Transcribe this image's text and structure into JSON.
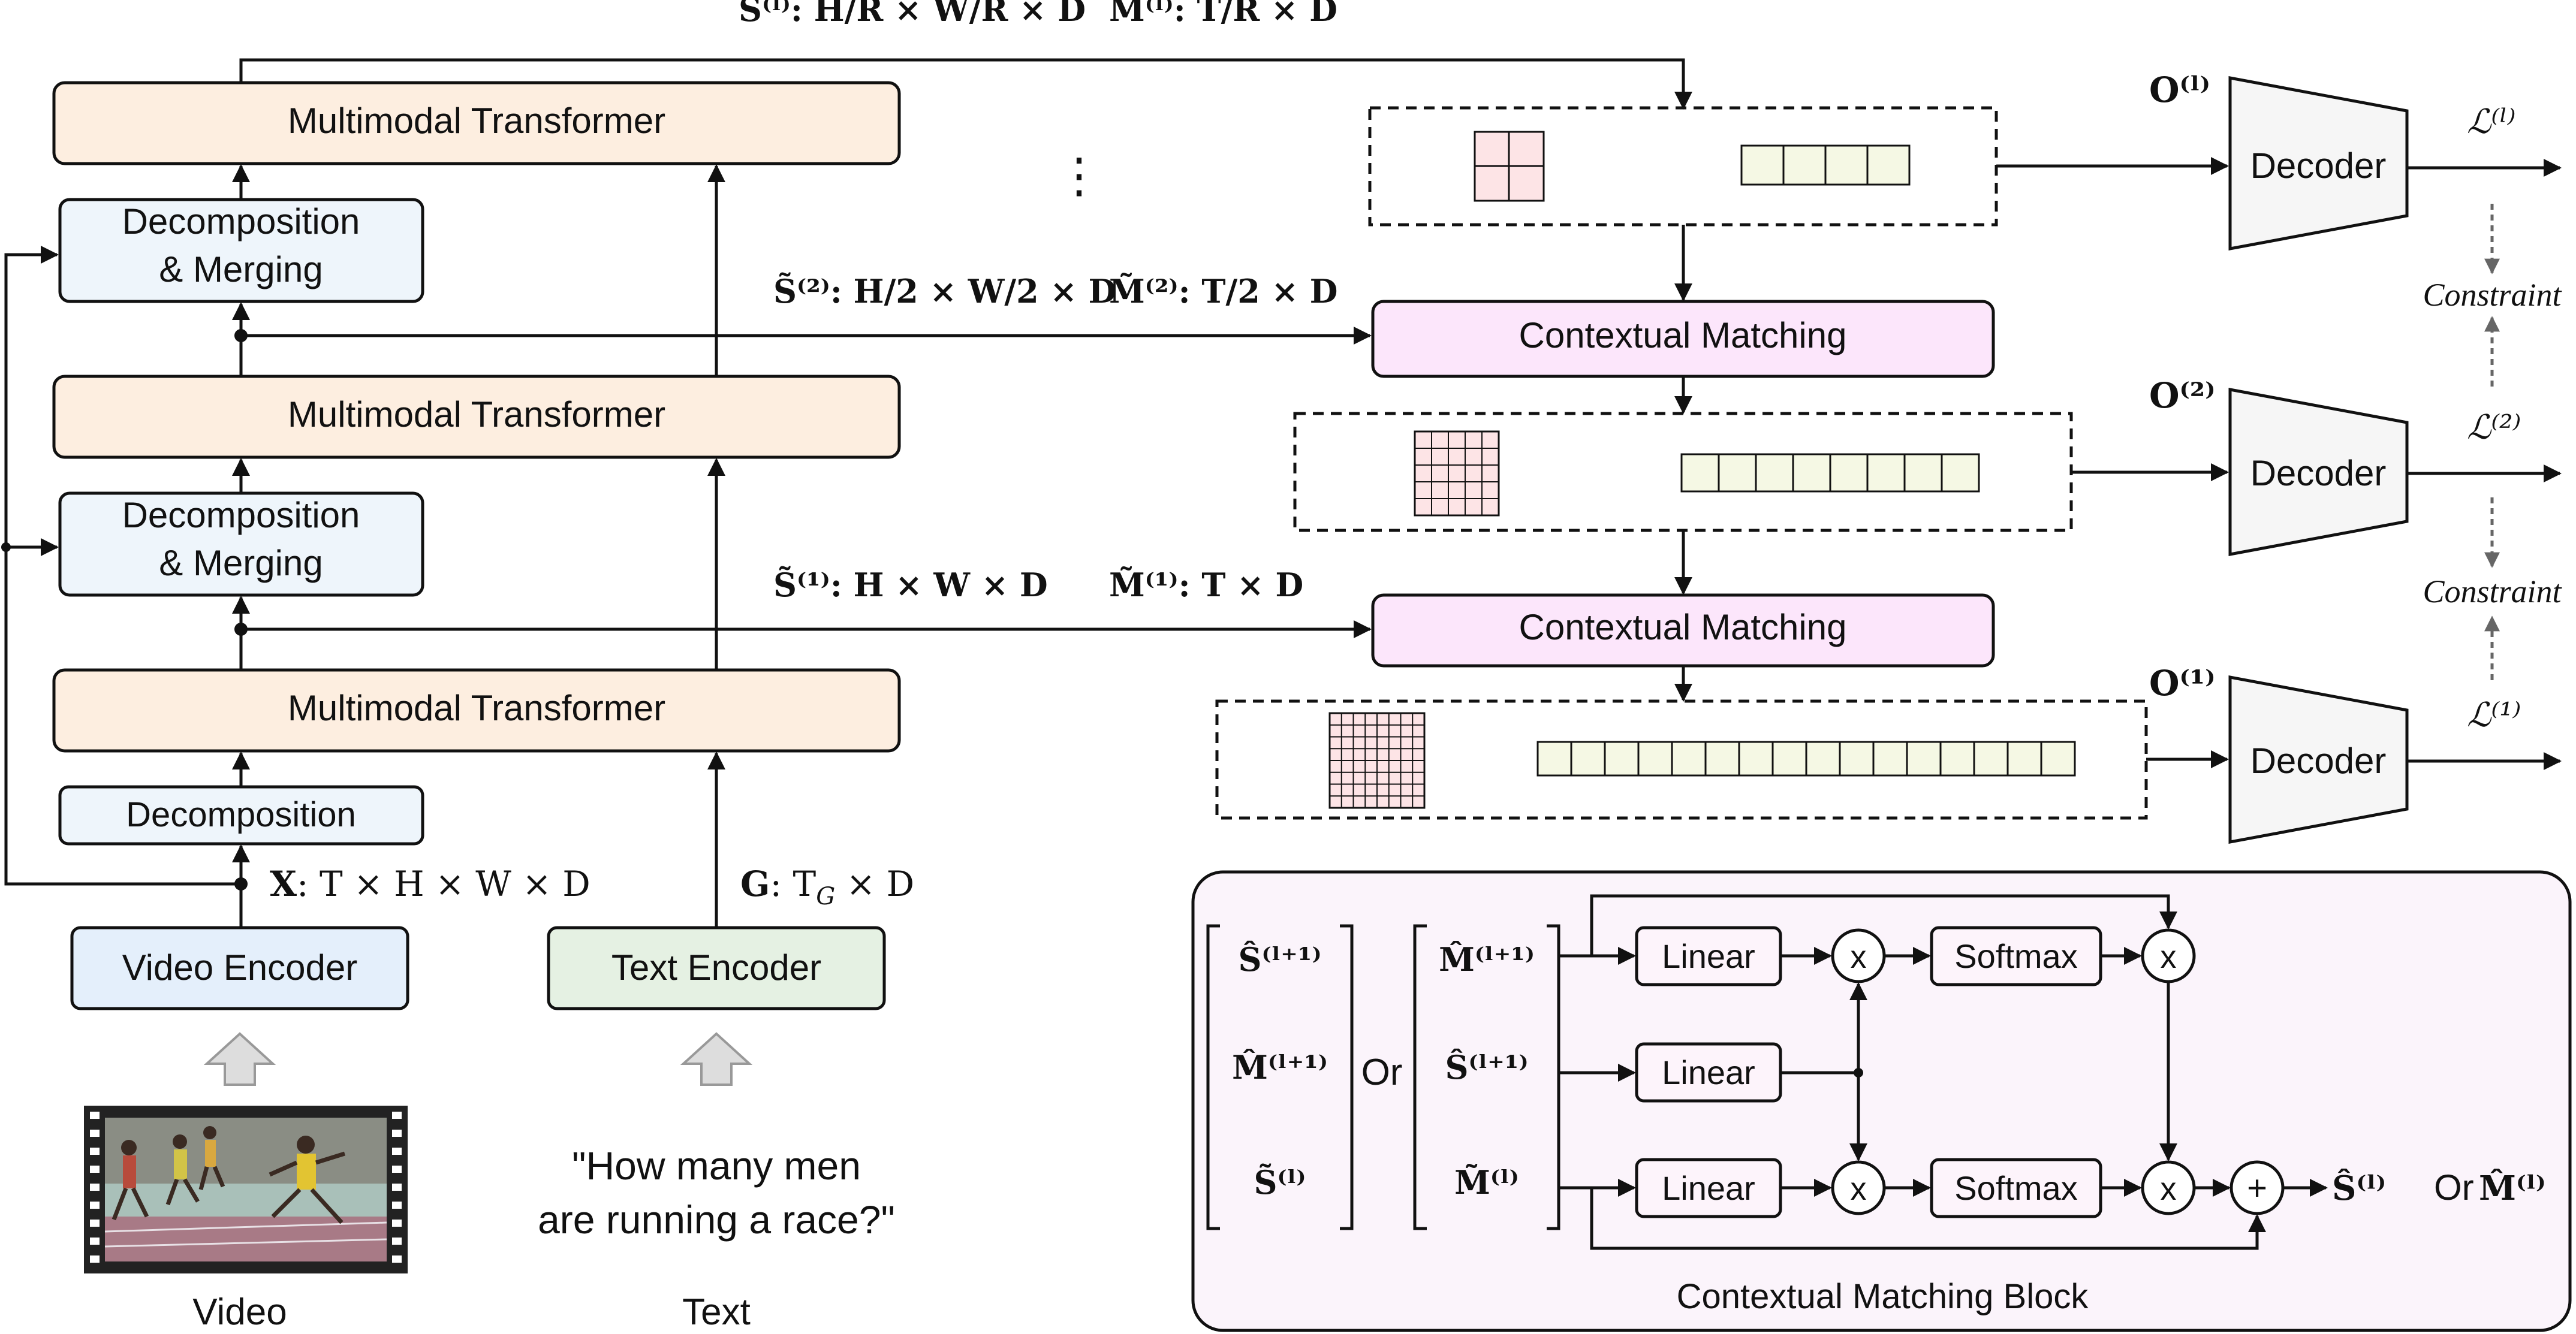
{
  "colors": {
    "transformer_fill": "#fdeee0",
    "decomp_fill": "#eef5fb",
    "video_encoder_fill": "#e4effb",
    "text_encoder_fill": "#e5f1e3",
    "matching_fill": "#fce6fb",
    "block_bg": "#fbf4fb",
    "decoder_fill": "#f6f6f6",
    "spatial_token_fill": "#fde4e6",
    "temporal_token_fill": "#f5f8e4",
    "line": "#111111",
    "hollow_arrow": "#dddddd"
  },
  "encoder": {
    "transformers": [
      "Multimodal Transformer",
      "Multimodal Transformer",
      "Multimodal Transformer"
    ],
    "merging": [
      "Decomposition",
      "& Merging"
    ],
    "decomposition": "Decomposition",
    "video_encoder": "Video Encoder",
    "text_encoder": "Text Encoder",
    "ellipsis": "⋮"
  },
  "shapes": {
    "x_bold": "X",
    "x_dims": ": T × H × W × D",
    "g_bold": "G",
    "g_dims_pre": ": T",
    "g_sub": "G",
    "g_dims_post": " × D",
    "s_top": "S̃⁽ˡ⁾: H/R × W/R × D",
    "m_top": "M̃⁽ˡ⁾: T/R × D",
    "s_mid": "S̃⁽²⁾: H/2 × W/2 × D",
    "m_mid": "M̃⁽²⁾: T/2 × D",
    "s_low": "S̃⁽¹⁾: H × W × D",
    "m_low": "M̃⁽¹⁾: T × D"
  },
  "decoders": {
    "label": "Decoder",
    "outputs": [
      "O⁽ˡ⁾",
      "O⁽²⁾",
      "O⁽¹⁾"
    ],
    "losses": [
      "ℒ⁽ˡ⁾",
      "ℒ⁽²⁾",
      "ℒ⁽¹⁾"
    ],
    "constraint": "Constraint"
  },
  "matching": {
    "label": "Contextual Matching"
  },
  "inputs": {
    "video_caption": "Video",
    "text_caption": "Text",
    "question_line1": "\"How many men",
    "question_line2": "are running a race?\""
  },
  "block": {
    "title": "Contextual Matching Block",
    "left_vec": [
      "Ŝ⁽ˡ⁺¹⁾",
      "M̂⁽ˡ⁺¹⁾",
      "S̃⁽ˡ⁾"
    ],
    "or": "Or",
    "right_vec": [
      "M̂⁽ˡ⁺¹⁾",
      "Ŝ⁽ˡ⁺¹⁾",
      "M̃⁽ˡ⁾"
    ],
    "linear": "Linear",
    "softmax": "Softmax",
    "mult": "x",
    "plus": "+",
    "out_s": "Ŝ⁽ˡ⁾",
    "out_or": "Or",
    "out_m": "M̂⁽ˡ⁾"
  }
}
